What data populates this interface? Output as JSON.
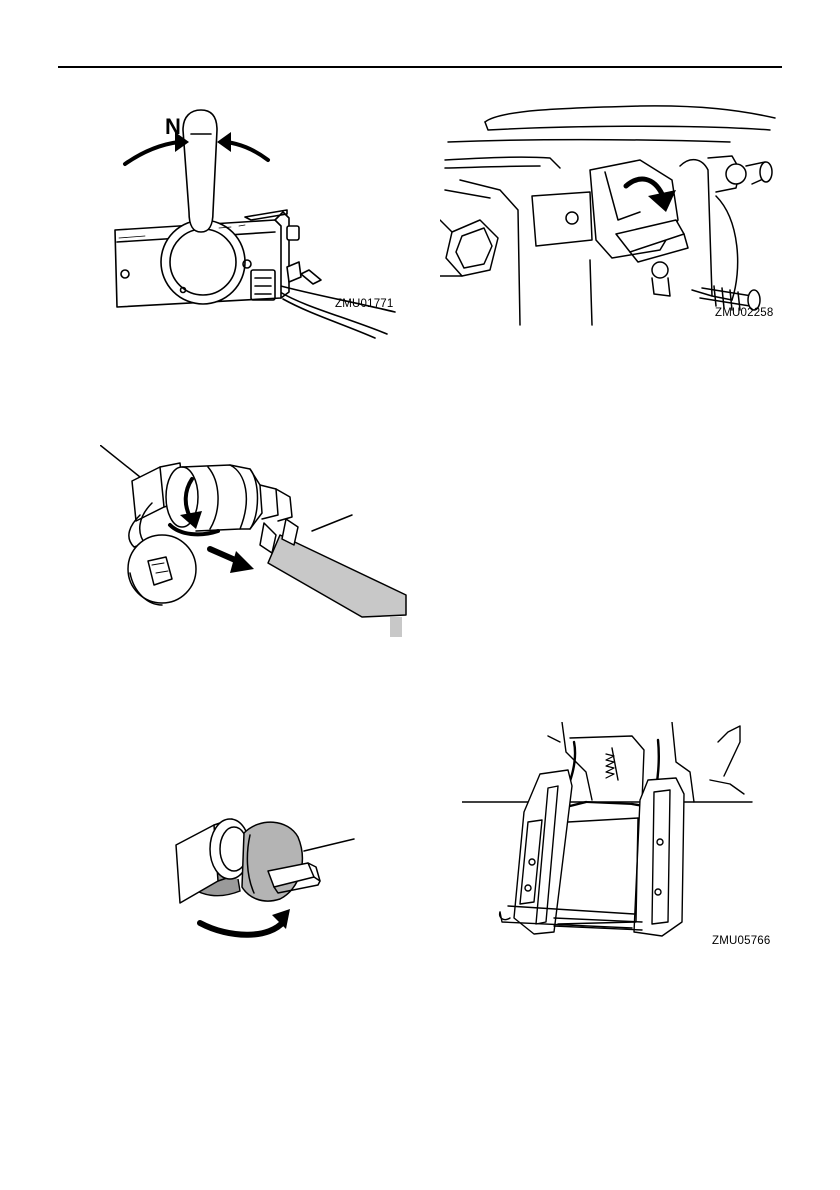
{
  "figures": {
    "remote_control": {
      "label_n": "N",
      "code": "ZMU01771"
    },
    "tilt_lever": {
      "code": "ZMU02258"
    },
    "flushing_connector": {},
    "flushing_cap": {},
    "tilt_support": {
      "code": "ZMU05766"
    }
  }
}
